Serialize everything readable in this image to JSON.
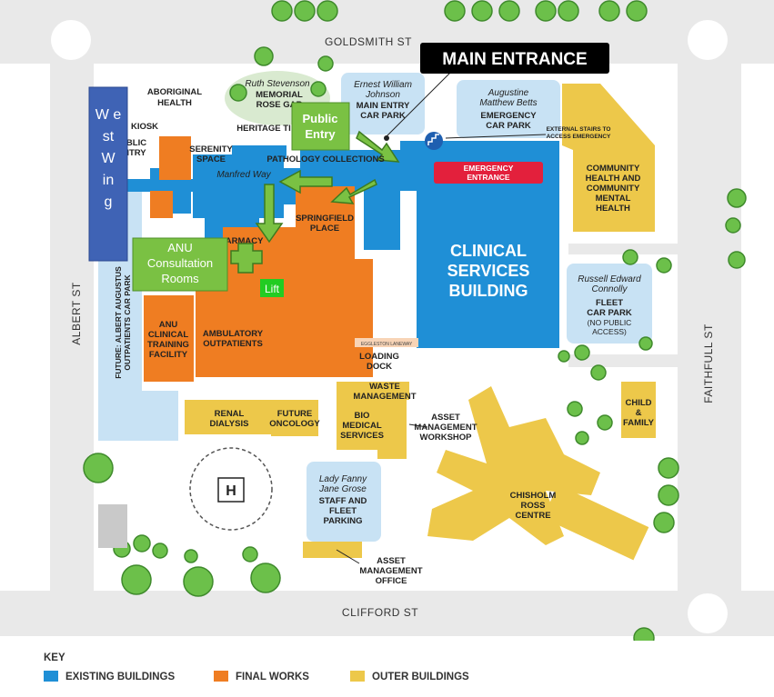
{
  "streets": {
    "north": "GOLDSMITH ST",
    "west": "ALBERT ST",
    "east": "FAITHFULL ST",
    "south": "CLIFFORD ST",
    "lane": "EGGLESTON LANEWAY"
  },
  "overlays": {
    "main_entrance": "MAIN ENTRANCE",
    "public_entry": "Public Entry",
    "west_wing": "West Wing",
    "anu": "ANU Consultation Rooms",
    "lift": "Lift"
  },
  "labels": {
    "aboriginal_health": "ABORIGINAL HEALTH",
    "rose_garden_name": "Ruth Stevenson",
    "rose_garden": "MEMORIAL ROSE GARDEN",
    "heritage": "HERITAGE TI",
    "main_entry_name": "Ernest William Johnson",
    "main_entry_car_park": "MAIN ENTRY CAR PARK",
    "emergency_car_name": "Augustine Matthew Betts",
    "emergency_car_park": "EMERGENCY CAR PARK",
    "external_stairs": "EXTERNAL STAIRS TO ACCESS EMERGENCY",
    "emergency_entrance": "EMERGENCY ENTRANCE",
    "kiosk": "KIOSK",
    "public_entry_small": "BLIC ITRY",
    "serenity": "SERENITY SPACE",
    "manfred": "Manfred Way",
    "pathology": "PATHOLOGY COLLECTIONS",
    "pharmacy": "PHARMACY",
    "springfield": "SPRINGFIELD PLACE",
    "clinical": "CLINICAL SERVICES BUILDING",
    "community": "COMMUNITY HEALTH AND COMMUNITY MENTAL HEALTH",
    "fleet_name": "Russell Edward Connolly",
    "fleet_car_park": "FLEET CAR PARK",
    "no_public": "(NO PUBLIC ACCESS)",
    "future_car_park": "FUTURE: ALBERT AUGUSTUS OUTPATIENTS CAR PARK",
    "anu_training": "ANU CLINICAL TRAINING FACILITY",
    "ambulatory": "AMBULATORY OUTPATIENTS",
    "loading_dock": "LOADING DOCK",
    "waste": "WASTE MANAGEMENT",
    "bio_medical": "BIO MEDICAL SERVICES",
    "asset_workshop": "ASSET MANAGEMENT WORKSHOP",
    "renal": "RENAL DIALYSIS",
    "future_oncology": "FUTURE ONCOLOGY",
    "child_family": "CHILD & FAMILY",
    "helipad": "H",
    "staff_parking_name": "Lady Fanny Jane Grose",
    "staff_parking": "STAFF AND FLEET PARKING",
    "chisholm": "CHISHOLM ROSS CENTRE",
    "asset_office": "ASSET MANAGEMENT OFFICE"
  },
  "key": {
    "title": "KEY",
    "items": [
      {
        "label": "EXISTING BUILDINGS",
        "color": "#1f8fd6"
      },
      {
        "label": "FINAL WORKS",
        "color": "#ef7d22"
      },
      {
        "label": "OUTER BUILDINGS",
        "color": "#edc84a"
      }
    ]
  },
  "colors": {
    "existing": "#1f8fd6",
    "final": "#ef7d22",
    "outer": "#edc84a",
    "carpark": "#c8e2f4",
    "green_box": "#7ac143",
    "west_wing_box": "#3f63b5",
    "emergency": "#e3203c",
    "road": "#e9e9e9"
  }
}
